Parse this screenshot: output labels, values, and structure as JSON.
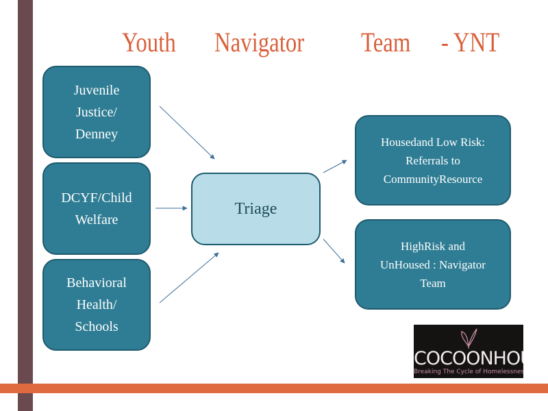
{
  "title": {
    "words": [
      "Youth",
      "Navigator",
      "Team",
      "- YNT"
    ]
  },
  "colors": {
    "title": "#d9603b",
    "box_fill": "#2f7d94",
    "box_border": "#1e5a6e",
    "triage_fill": "#b8dde8",
    "arrow": "#3c6f9a",
    "left_bar": "#6b4a4f",
    "bottom_bar": "#e06a3f"
  },
  "sources": [
    {
      "label": "Juvenile\nJustice/\nDenney"
    },
    {
      "label": "DCYF/Child\nWelfare"
    },
    {
      "label": "Behavioral\nHealth/\nSchools"
    }
  ],
  "triage": {
    "label": "Triage"
  },
  "outcomes": [
    {
      "label": "Housedand      Low   Risk:\nReferrals      to\nCommunityResource"
    },
    {
      "label": "HighRisk     and\nUnHoused     : Navigator\nTeam"
    }
  ],
  "logo": {
    "icon": "butterfly-icon",
    "name": "COCOONHOUSE",
    "tagline": "Breaking The Cycle of Homelessness"
  }
}
